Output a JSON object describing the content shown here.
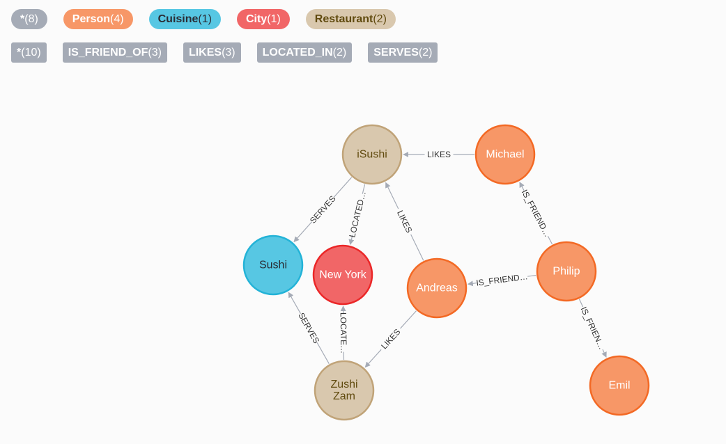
{
  "legend": {
    "node_labels": [
      {
        "name": "*",
        "count": "(8)",
        "bg": "#a5abb6",
        "fg": "#ffffff"
      },
      {
        "name": "Person",
        "count": "(4)",
        "bg": "#f79767",
        "fg": "#ffffff"
      },
      {
        "name": "Cuisine",
        "count": "(1)",
        "bg": "#57c7e3",
        "fg": "#2a2c34"
      },
      {
        "name": "City",
        "count": "(1)",
        "bg": "#f16667",
        "fg": "#ffffff"
      },
      {
        "name": "Restaurant",
        "count": "(2)",
        "bg": "#d9c8ae",
        "fg": "#604a0e"
      }
    ],
    "relationship_types": [
      {
        "name": "*",
        "count": "(10)"
      },
      {
        "name": "IS_FRIEND_OF",
        "count": "(3)"
      },
      {
        "name": "LIKES",
        "count": "(3)"
      },
      {
        "name": "LOCATED_IN",
        "count": "(2)"
      },
      {
        "name": "SERVES",
        "count": "(2)"
      }
    ],
    "relationship_color": "#a5abb6"
  },
  "graph": {
    "colors": {
      "Person": {
        "fill": "#f79767",
        "stroke": "#f36924",
        "text": "#ffffff"
      },
      "Cuisine": {
        "fill": "#57c7e3",
        "stroke": "#23b3d7",
        "text": "#2a2c34"
      },
      "City": {
        "fill": "#f16667",
        "stroke": "#eb2728",
        "text": "#ffffff"
      },
      "Restaurant": {
        "fill": "#d9c8ae",
        "stroke": "#c0a378",
        "text": "#604a0e"
      },
      "edge": "#a5abb6"
    },
    "nodes": [
      {
        "id": "isushi",
        "label": "Restaurant",
        "caption": [
          "iSushi"
        ]
      },
      {
        "id": "michael",
        "label": "Person",
        "caption": [
          "Michael"
        ]
      },
      {
        "id": "sushi",
        "label": "Cuisine",
        "caption": [
          "Sushi"
        ]
      },
      {
        "id": "newyork",
        "label": "City",
        "caption": [
          "New York"
        ]
      },
      {
        "id": "andreas",
        "label": "Person",
        "caption": [
          "Andreas"
        ]
      },
      {
        "id": "philip",
        "label": "Person",
        "caption": [
          "Philip"
        ]
      },
      {
        "id": "zushizam",
        "label": "Restaurant",
        "caption": [
          "Zushi",
          "Zam"
        ]
      },
      {
        "id": "emil",
        "label": "Person",
        "caption": [
          "Emil"
        ]
      }
    ],
    "edges": [
      {
        "from": "michael",
        "to": "isushi",
        "caption": "LIKES"
      },
      {
        "from": "isushi",
        "to": "sushi",
        "caption": "SERVES"
      },
      {
        "from": "isushi",
        "to": "newyork",
        "caption": "LOCATED…"
      },
      {
        "from": "andreas",
        "to": "isushi",
        "caption": "LIKES"
      },
      {
        "from": "philip",
        "to": "michael",
        "caption": "IS_FRIEND…"
      },
      {
        "from": "philip",
        "to": "andreas",
        "caption": "IS_FRIEND…"
      },
      {
        "from": "philip",
        "to": "emil",
        "caption": "IS_FRIEN…"
      },
      {
        "from": "zushizam",
        "to": "sushi",
        "caption": "SERVES"
      },
      {
        "from": "zushizam",
        "to": "newyork",
        "caption": "LOCATE…"
      },
      {
        "from": "andreas",
        "to": "zushizam",
        "caption": "LIKES"
      }
    ]
  }
}
